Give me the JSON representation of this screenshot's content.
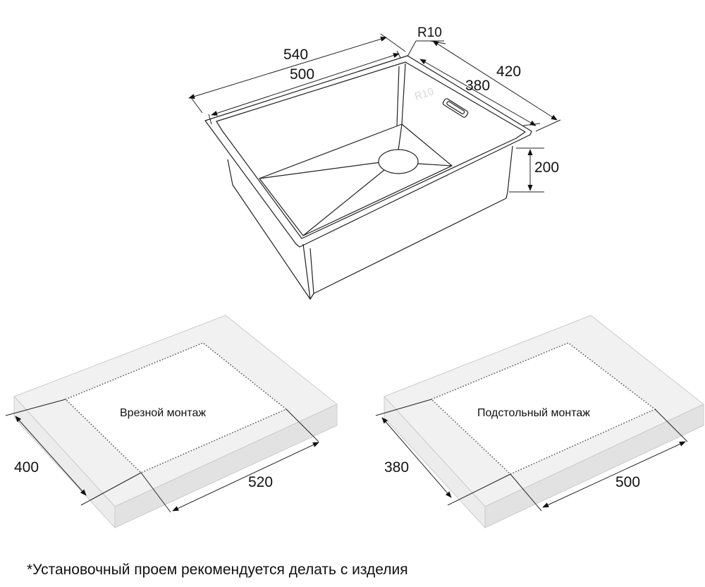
{
  "sink": {
    "dims": {
      "outer_length": "540",
      "inner_length": "500",
      "corner_radius": "R10",
      "outer_width": "420",
      "inner_width": "380",
      "depth": "200"
    }
  },
  "cutouts": {
    "flush": {
      "label": "Врезной монтаж",
      "width": "400",
      "length": "520"
    },
    "undermount": {
      "label": "Подстольный монтаж",
      "width": "380",
      "length": "500"
    }
  },
  "footnote": "*Установочный проем рекомендуется делать с изделия"
}
